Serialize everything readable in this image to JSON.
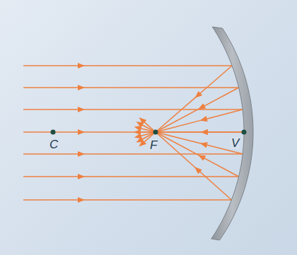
{
  "diagram": {
    "labels": [
      "C",
      "F",
      "V"
    ]
  }
}
